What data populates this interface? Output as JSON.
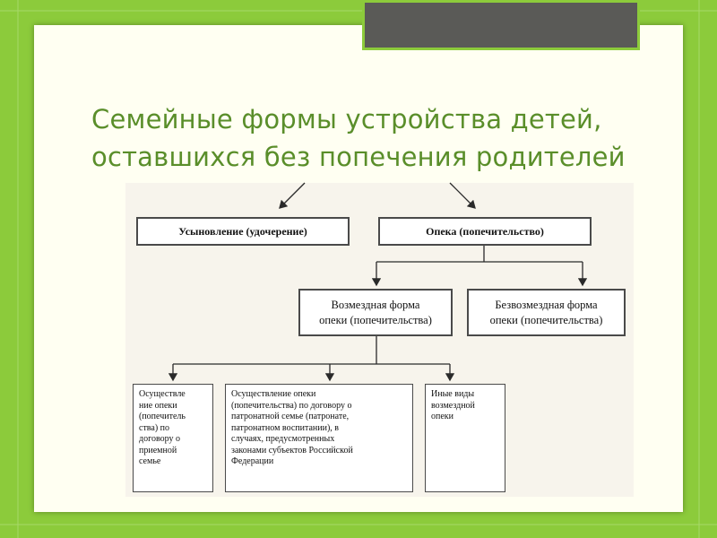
{
  "title": {
    "line1": "Семейные формы устройства детей,",
    "line2": "оставшихся без попечения родителей"
  },
  "diagram": {
    "adoption": "Усыновление (удочерение)",
    "guardianship": "Опека (попечительство)",
    "paid_form": [
      "Возмездная форма",
      "опеки (попечительства)"
    ],
    "free_form": [
      "Безвозмездная форма",
      "опеки (попечительства)"
    ],
    "foster_family": [
      "Осуществле",
      "ние опеки",
      "(попечитель",
      "ства) по",
      "договору о",
      "приемной",
      "семье"
    ],
    "patronage": [
      "Осуществление опеки",
      "(попечительства) по договору о",
      "патронатной семье (патронате,",
      "патронатном воспитании), в",
      "случаях, предусмотренных",
      "законами субъектов Российской",
      "Федерации"
    ],
    "other_types": [
      "Иные виды",
      "возмездной",
      "опеки"
    ]
  }
}
